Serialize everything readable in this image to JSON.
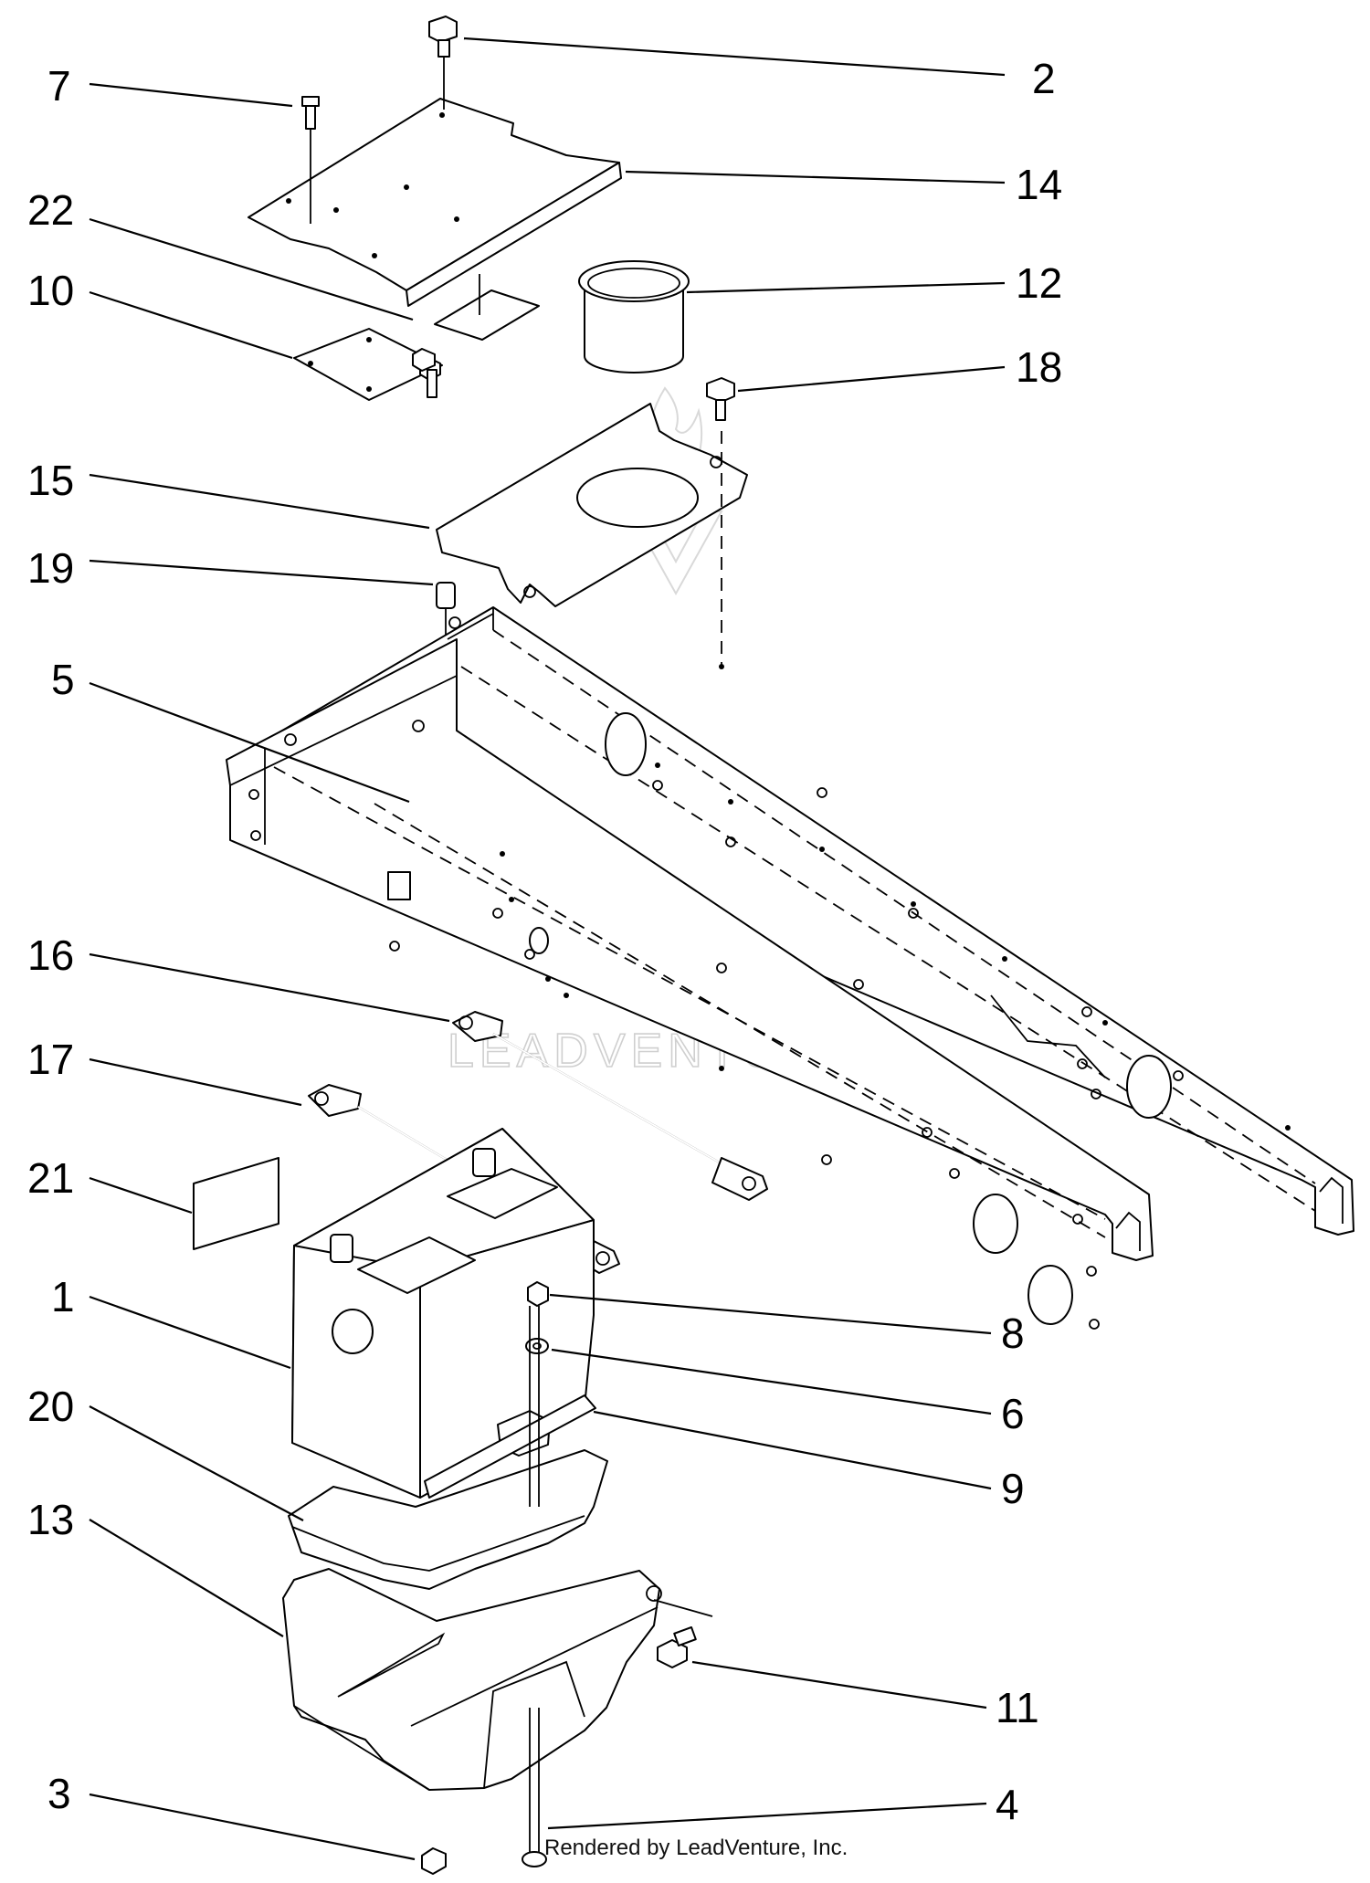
{
  "callouts": [
    {
      "id": "c2",
      "label": "2"
    },
    {
      "id": "c7",
      "label": "7"
    },
    {
      "id": "c14",
      "label": "14"
    },
    {
      "id": "c22",
      "label": "22"
    },
    {
      "id": "c10",
      "label": "10"
    },
    {
      "id": "c12",
      "label": "12"
    },
    {
      "id": "c18",
      "label": "18"
    },
    {
      "id": "c15",
      "label": "15"
    },
    {
      "id": "c19",
      "label": "19"
    },
    {
      "id": "c5",
      "label": "5"
    },
    {
      "id": "c16",
      "label": "16"
    },
    {
      "id": "c17",
      "label": "17"
    },
    {
      "id": "c21",
      "label": "21"
    },
    {
      "id": "c1",
      "label": "1"
    },
    {
      "id": "c8",
      "label": "8"
    },
    {
      "id": "c6",
      "label": "6"
    },
    {
      "id": "c9",
      "label": "9"
    },
    {
      "id": "c20",
      "label": "20"
    },
    {
      "id": "c13",
      "label": "13"
    },
    {
      "id": "c11",
      "label": "11"
    },
    {
      "id": "c3",
      "label": "3"
    },
    {
      "id": "c4",
      "label": "4"
    }
  ],
  "watermark": "LEADVENTURE",
  "credit": "Rendered by LeadVenture, Inc."
}
